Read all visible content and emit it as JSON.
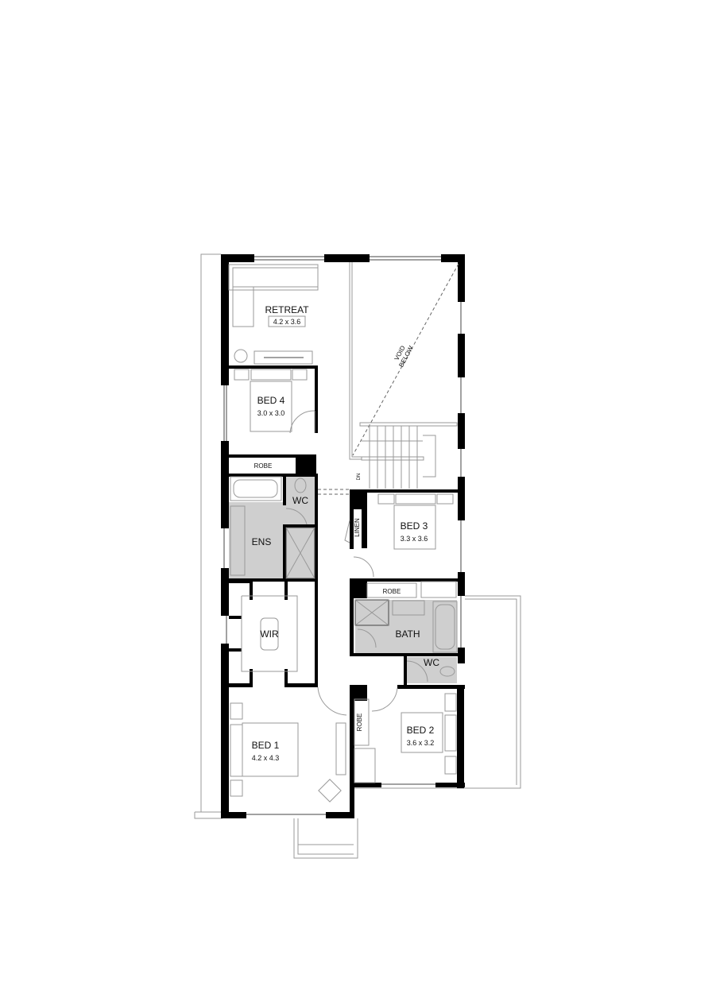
{
  "plan": {
    "rooms": {
      "retreat": {
        "name": "RETREAT",
        "size": "4.2 x 3.6"
      },
      "bed4": {
        "name": "BED 4",
        "size": "3.0 x 3.0"
      },
      "robe_bed4": {
        "name": "ROBE"
      },
      "wc_ens": {
        "name": "WC"
      },
      "ens": {
        "name": "ENS"
      },
      "wir": {
        "name": "WIR"
      },
      "void": {
        "name": "VOID",
        "sub": "BELOW"
      },
      "stair": {
        "name": "DN"
      },
      "linen": {
        "name": "LINEN"
      },
      "bed3": {
        "name": "BED 3",
        "size": "3.3 x 3.6"
      },
      "robe_bed3": {
        "name": "ROBE"
      },
      "bath": {
        "name": "BATH"
      },
      "wc_bath": {
        "name": "WC"
      },
      "bed1": {
        "name": "BED 1",
        "size": "4.2 x 4.3"
      },
      "robe_bed2": {
        "name": "ROBE"
      },
      "bed2": {
        "name": "BED 2",
        "size": "3.6 x 3.2"
      }
    },
    "colors": {
      "wall": "#000000",
      "wet_area": "#cfcfcf"
    }
  }
}
